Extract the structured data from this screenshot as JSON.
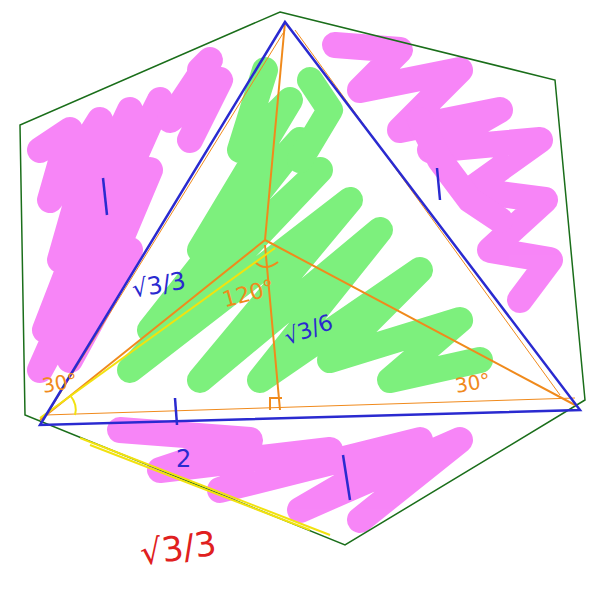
{
  "diagram": {
    "labels": [
      "√3/3",
      "120°",
      "√3/6",
      "30°",
      "30°",
      "2",
      "√3/3"
    ]
  }
}
